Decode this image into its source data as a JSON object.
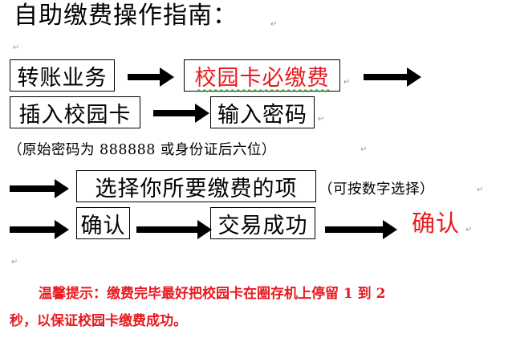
{
  "title": "自助缴费操作指南：",
  "para_mark": "↵",
  "row1": {
    "step1": "转账业务",
    "step2": "校园卡必缴费"
  },
  "row2": {
    "step1": "插入校园卡",
    "step2": "输入密码"
  },
  "note1": "（原始密码为 888888 或身份证后六位）",
  "row3": {
    "step1": "选择你所要缴费的项",
    "hint": "（可按数字选择）"
  },
  "row4": {
    "step1": "确认",
    "step2": "交易成功",
    "step3": "确认"
  },
  "warning_line1": "温馨提示：缴费完毕最好把校园卡在圈存机上停留 1 到 2",
  "warning_line2": "秒，以保证校园卡缴费成功。",
  "colors": {
    "red": "#e8191f",
    "black": "#000000",
    "squiggle": "#2aa02a"
  }
}
